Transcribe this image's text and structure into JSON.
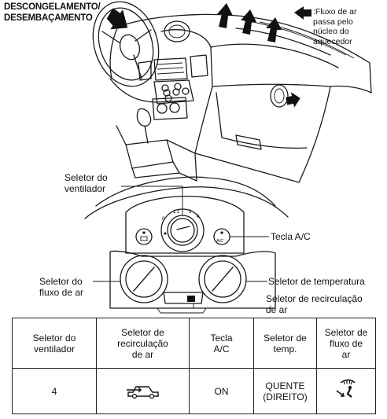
{
  "diagram": {
    "defrost_label": "DESCONGELAMENTO/\nDESEMBAÇAMENTO",
    "airflow_note": ":Fluxo de ar\npassa pelo\nnúcleo do\naquecedor",
    "fan_selector_label": "Seletor do\nventilador",
    "ac_key_label": "Tecla A/C",
    "airflow_selector_label": "Seletor do\nfluxo de ar",
    "temp_selector_label": "Seletor de temperatura",
    "recirc_selector_label": "Seletor de recirculação\nde ar",
    "panel_ac_text": "A/C"
  },
  "table": {
    "headers": [
      "Seletor do\nventilador",
      "Seletor de\nrecirculação\nde ar",
      "Tecla\nA/C",
      "Seletor de\ntemp.",
      "Seletor de\nfluxo de\nar"
    ],
    "row": {
      "fan": "4",
      "recirc_icon": "outside-air-car-icon",
      "ac": "ON",
      "temp": "QUENTE\n(DIREITO)",
      "flow_icon": "defrost-floor-icon"
    }
  }
}
